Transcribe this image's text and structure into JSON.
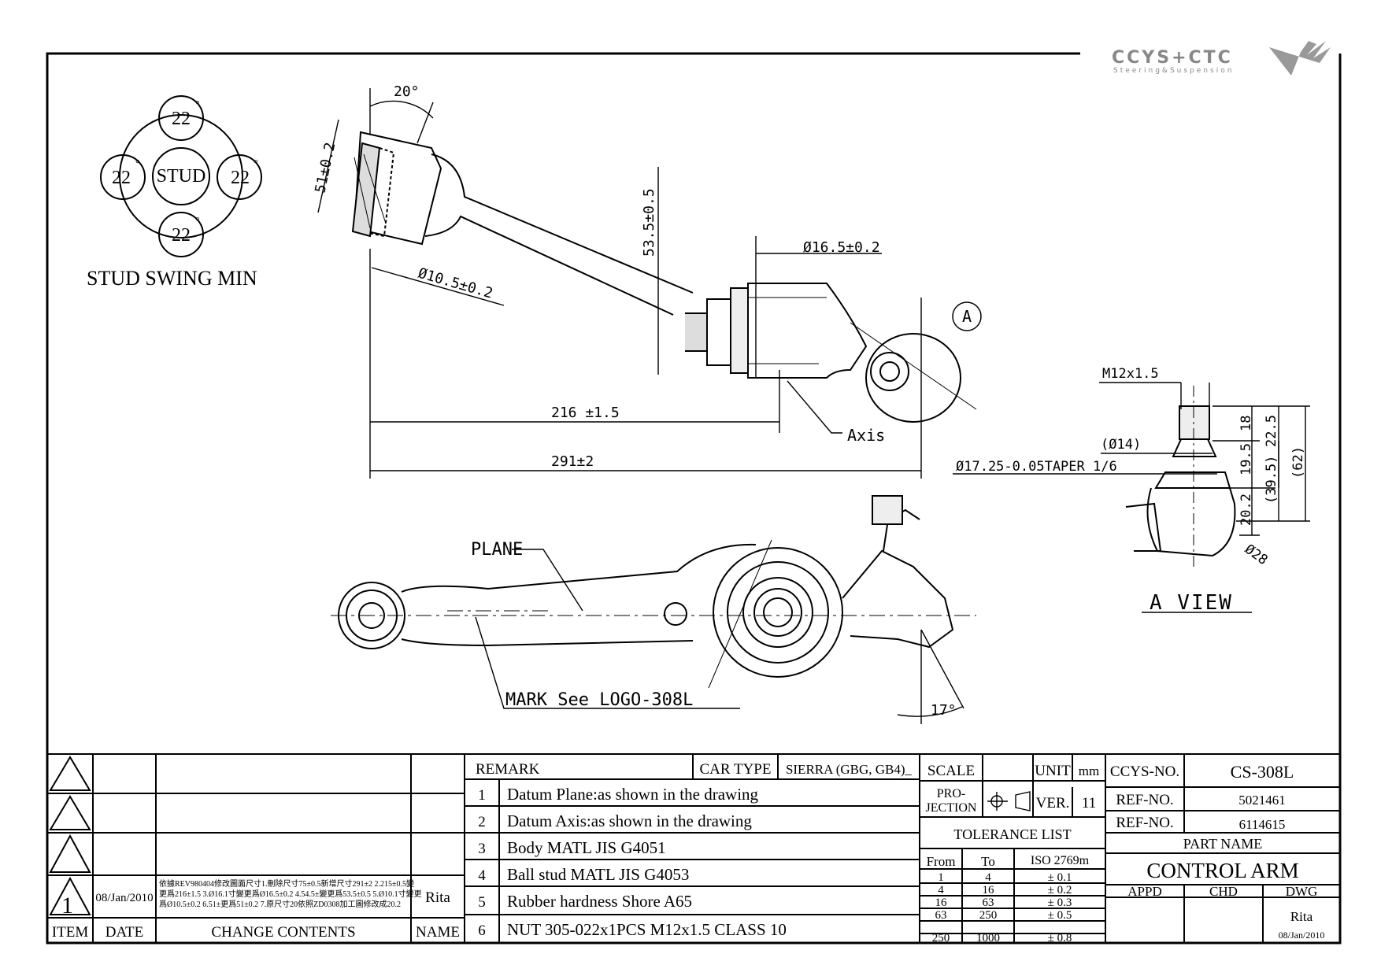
{
  "logo": {
    "brand": "CCYS+CTC",
    "tagline": "Steering&Suspension"
  },
  "stud_swing": {
    "center": "STUD",
    "angles": [
      "22",
      "22",
      "22",
      "22"
    ],
    "degree_mark": "°",
    "caption": "STUD SWING MIN"
  },
  "dims": {
    "angle_top": "20°",
    "d51": "51±0.2",
    "d53": "53.5±0.5",
    "dia165": "Ø16.5±0.2",
    "dia105": "Ø10.5±0.2",
    "len216": "216 ±1.5",
    "len291": "291±2",
    "axis": "Axis",
    "circle_a": "A",
    "plane": "PLANE",
    "mark": "MARK See LOGO-308L",
    "angle17": "17°"
  },
  "a_view": {
    "title": "A VIEW",
    "thread": "M12x1.5",
    "dia14": "(Ø14)",
    "taper": "Ø17.25-0.05TAPER 1/6",
    "d18": "18",
    "d225": "22.5",
    "d195": "19.5",
    "d395": "(39.5)",
    "d62": "(62)",
    "d202": "20.2",
    "dia28": "Ø28"
  },
  "revision_block": {
    "headers": [
      "ITEM",
      "DATE",
      "CHANGE CONTENTS",
      "NAME"
    ],
    "item": "1",
    "date": "08/Jan/2010",
    "contents_line1": "依據REV980404修改圖面尺寸1.刪除尺寸75±0.5新增尺寸291±2  2.215±0.5變",
    "contents_line2": "更爲216±1.5  3.Ø16.1寸變更爲Ø16.5±0.2  4.54.5±變更爲53.5±0.5  5.Ø10.1寸變更",
    "contents_line3": "爲Ø10.5±0.2  6.51±更爲51±0.2  7.原尺寸20依照ZD0308加工圖修改成20.2",
    "name": "Rita"
  },
  "remarks": {
    "title": "REMARK",
    "car_type_label": "CAR TYPE",
    "car_type_value": "SIERRA (GBG, GB4)_",
    "items": [
      {
        "no": "1",
        "text": "Datum Plane:as shown in the drawing"
      },
      {
        "no": "2",
        "text": "Datum Axis:as shown in the drawing"
      },
      {
        "no": "3",
        "text": "Body MATL JIS G4051"
      },
      {
        "no": "4",
        "text": "Ball stud MATL JIS G4053"
      },
      {
        "no": "5",
        "text": "Rubber hardness Shore A65"
      },
      {
        "no": "6",
        "text": "NUT 305-022x1PCS M12x1.5 CLASS 10"
      }
    ]
  },
  "spec": {
    "scale_label": "SCALE",
    "unit_label": "UNIT",
    "unit_value": "mm",
    "projection_line1": "PRO-",
    "projection_line2": "JECTION",
    "ver_label": "VER.",
    "ver_value": "11",
    "tolerance_title": "TOLERANCE LIST",
    "tol_headers": [
      "From",
      "To",
      "ISO 2769m"
    ],
    "tolerances": [
      {
        "from": "1",
        "to": "4",
        "tol": "± 0.1"
      },
      {
        "from": "4",
        "to": "16",
        "tol": "± 0.2"
      },
      {
        "from": "16",
        "to": "63",
        "tol": "± 0.3"
      },
      {
        "from": "63",
        "to": "250",
        "tol": "± 0.5"
      },
      {
        "from": "250",
        "to": "1000",
        "tol": "± 0.8"
      }
    ]
  },
  "title_block": {
    "ccys_label": "CCYS-NO.",
    "ccys_value": "CS-308L",
    "ref1_label": "REF-NO.",
    "ref1_value": "5021461",
    "ref2_label": "REF-NO.",
    "ref2_value": "6114615",
    "part_name_label": "PART NAME",
    "part_name": "CONTROL ARM",
    "appd": "APPD",
    "chd": "CHD",
    "dwg": "DWG",
    "dwg_name": "Rita",
    "dwg_date": "08/Jan/2010"
  }
}
